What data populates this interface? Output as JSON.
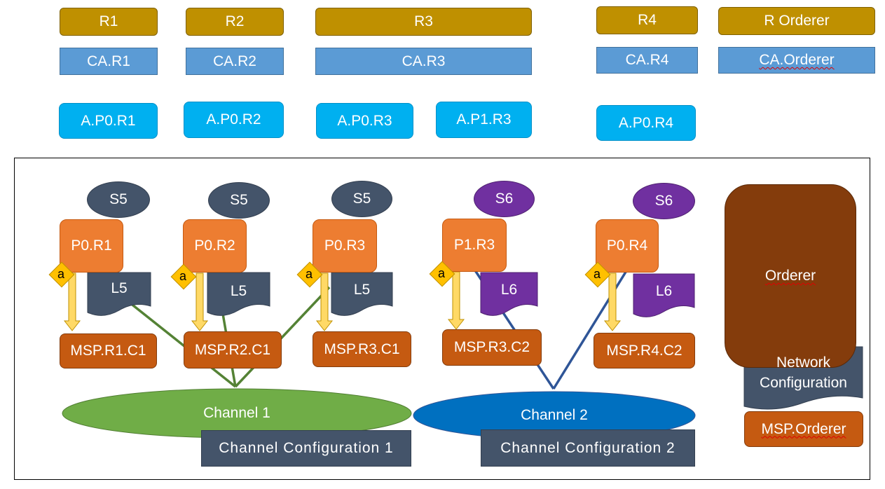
{
  "organizations": [
    "R1",
    "R2",
    "R3",
    "R4",
    "R Orderer"
  ],
  "cas": [
    "CA.R1",
    "CA.R2",
    "CA.R3",
    "CA.R4",
    "CA.Orderer"
  ],
  "apps": [
    "A.P0.R1",
    "A.P0.R2",
    "A.P0.R3",
    "A.P1.R3",
    "A.P0.R4"
  ],
  "smart_contracts": [
    "S5",
    "S5",
    "S5",
    "S6",
    "S6"
  ],
  "peers": [
    "P0.R1",
    "P0.R2",
    "P0.R3",
    "P1.R3",
    "P0.R4"
  ],
  "ledgers": [
    "L5",
    "L5",
    "L5",
    "L6",
    "L6"
  ],
  "certificate_badge": "a",
  "msps": [
    "MSP.R1.C1",
    "MSP.R2.C1",
    "MSP.R3.C1",
    "MSP.R3.C2",
    "MSP.R4.C2"
  ],
  "channels": [
    "Channel 1",
    "Channel 2"
  ],
  "channel_configs": [
    "Channel Configuration 1",
    "Channel Configuration 2"
  ],
  "orderer": {
    "label": "Orderer",
    "network_config": "Network Configuration",
    "msp": "MSP.Orderer"
  },
  "colors": {
    "org": "#bf9000",
    "ca": "#5b9bd5",
    "app": "#00b0f0",
    "peer": "#ed7d31",
    "msp": "#c55a11",
    "contract_channel1": "#44546a",
    "contract_channel2": "#7030a0",
    "channel1": "#70ad47",
    "channel2": "#0070c0",
    "orderer": "#843c0c"
  }
}
